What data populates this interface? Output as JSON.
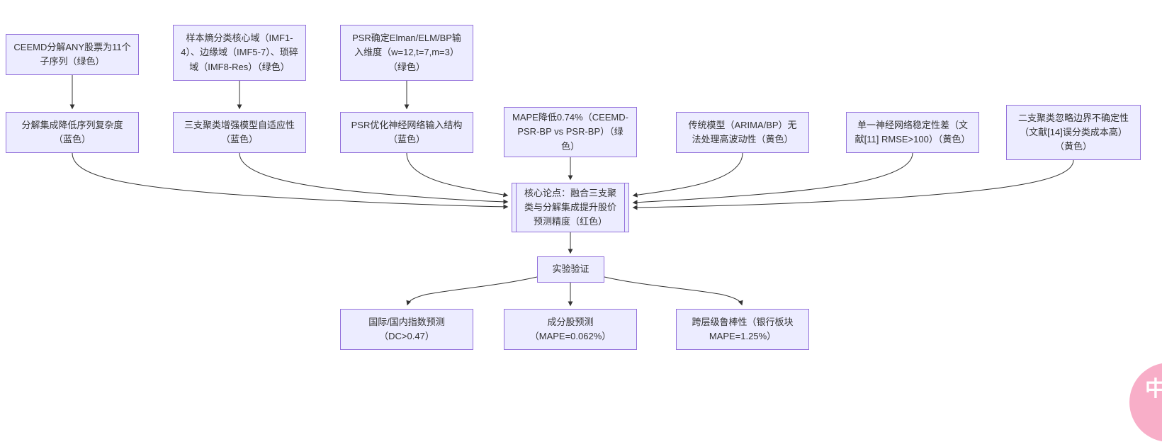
{
  "diagram": {
    "type": "flowchart",
    "nodes": {
      "ceemd_decompose": {
        "label": "CEEMD分解ANY股票为11个子序列（绿色）"
      },
      "sample_entropy": {
        "label": "样本熵分类核心域（IMF1-4）、边缘域（IMF5-7）、琐碎域（IMF8-Res）（绿色）"
      },
      "psr_dimension": {
        "label": "PSR确定Elman/ELM/BP输入维度（w=12,t=7,m=3）（绿色）"
      },
      "decompose_complexity": {
        "label": "分解集成降低序列复杂度（蓝色）"
      },
      "three_way_adaptive": {
        "label": "三支聚类增强模型自适应性（蓝色）"
      },
      "psr_structure": {
        "label": "PSR优化神经网络输入结构（蓝色）"
      },
      "mape_reduce": {
        "label": "MAPE降低0.74%（CEEMD-PSR-BP vs PSR-BP）（绿色）"
      },
      "traditional_limit": {
        "label": "传统模型（ARIMA/BP）无法处理高波动性（黄色）"
      },
      "single_nn_unstable": {
        "label": "单一神经网络稳定性差（文献[11] RMSE>100）（黄色）"
      },
      "two_way_limit": {
        "label": "二支聚类忽略边界不确定性（文献[14]误分类成本高）（黄色）"
      },
      "core_thesis": {
        "label": "核心论点：融合三支聚类与分解集成提升股价预测精度（红色）"
      },
      "experiment": {
        "label": "实验验证"
      },
      "index_forecast": {
        "label": "国际/国内指数预测（DC>0.47）"
      },
      "constituent_forecast": {
        "label": "成分股预测（MAPE=0.062%）"
      },
      "robustness": {
        "label": "跨层级鲁棒性（银行板块 MAPE=1.25%）"
      }
    },
    "edges": [
      {
        "from": "ceemd_decompose",
        "to": "decompose_complexity"
      },
      {
        "from": "sample_entropy",
        "to": "three_way_adaptive"
      },
      {
        "from": "psr_dimension",
        "to": "psr_structure"
      },
      {
        "from": "decompose_complexity",
        "to": "core_thesis"
      },
      {
        "from": "three_way_adaptive",
        "to": "core_thesis"
      },
      {
        "from": "psr_structure",
        "to": "core_thesis"
      },
      {
        "from": "mape_reduce",
        "to": "core_thesis"
      },
      {
        "from": "traditional_limit",
        "to": "core_thesis"
      },
      {
        "from": "single_nn_unstable",
        "to": "core_thesis"
      },
      {
        "from": "two_way_limit",
        "to": "core_thesis"
      },
      {
        "from": "core_thesis",
        "to": "experiment"
      },
      {
        "from": "experiment",
        "to": "index_forecast"
      },
      {
        "from": "experiment",
        "to": "constituent_forecast"
      },
      {
        "from": "experiment",
        "to": "robustness"
      }
    ]
  },
  "colors": {
    "node_fill": "#ECECFF",
    "node_border": "#9370DB",
    "edge": "#333333",
    "text": "#333333",
    "badge_background": "#F8AEC8",
    "badge_text": "#FFFFFF"
  },
  "badge": {
    "label": "中A"
  }
}
